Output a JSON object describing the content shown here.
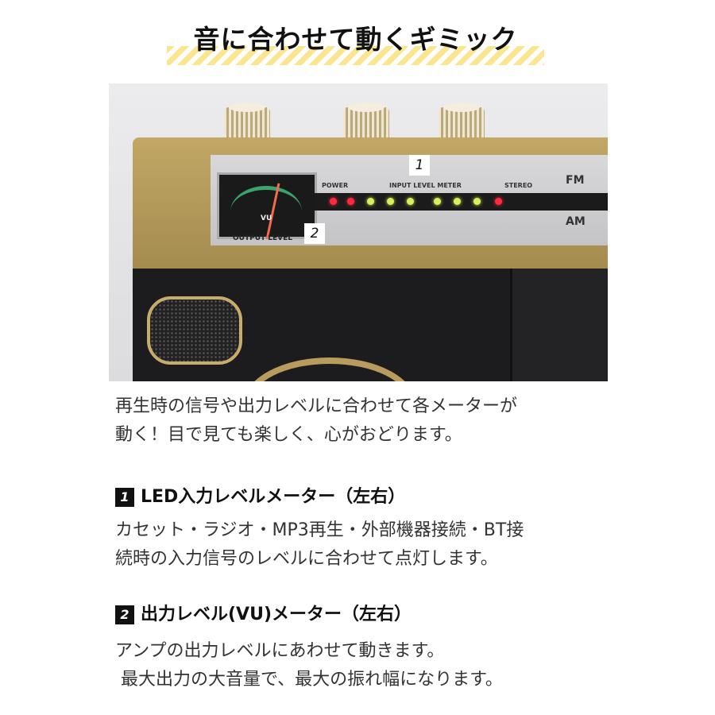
{
  "title": "音に合わせて動くギミック",
  "photo": {
    "panel_labels": {
      "power": "POWER",
      "input_level_meter": "INPUT LEVEL METER",
      "stereo": "STEREO",
      "fm": "FM",
      "am": "AM",
      "output_level": "OUTPUT LEVEL",
      "vu": "VU"
    },
    "callouts": [
      "1",
      "2"
    ],
    "led_colors": [
      "#ff2a3c",
      "#ff2a3c",
      "#d8f05a",
      "#d8f05a",
      "#d8f05a",
      "#d8f05a",
      "#d8f05a",
      "#d8f05a",
      "#ff2a3c"
    ]
  },
  "intro": [
    "再生時の信号や出力レベルに合わせて各メーターが",
    "動く！目で見ても楽しく、心がおどります。"
  ],
  "sections": [
    {
      "number": "1",
      "heading": "LED入力レベルメーター（左右）",
      "lines": [
        "カセット・ラジオ・MP3再生・外部機器接続・BT接",
        "続時の入力信号のレベルに合わせて点灯します。"
      ]
    },
    {
      "number": "2",
      "heading": "出力レベル(VU)メーター（左右）",
      "lines": [
        "アンプの出力レベルにあわせて動きます。",
        " 最大出力の大音量で、最大の振れ幅になります。"
      ]
    }
  ]
}
